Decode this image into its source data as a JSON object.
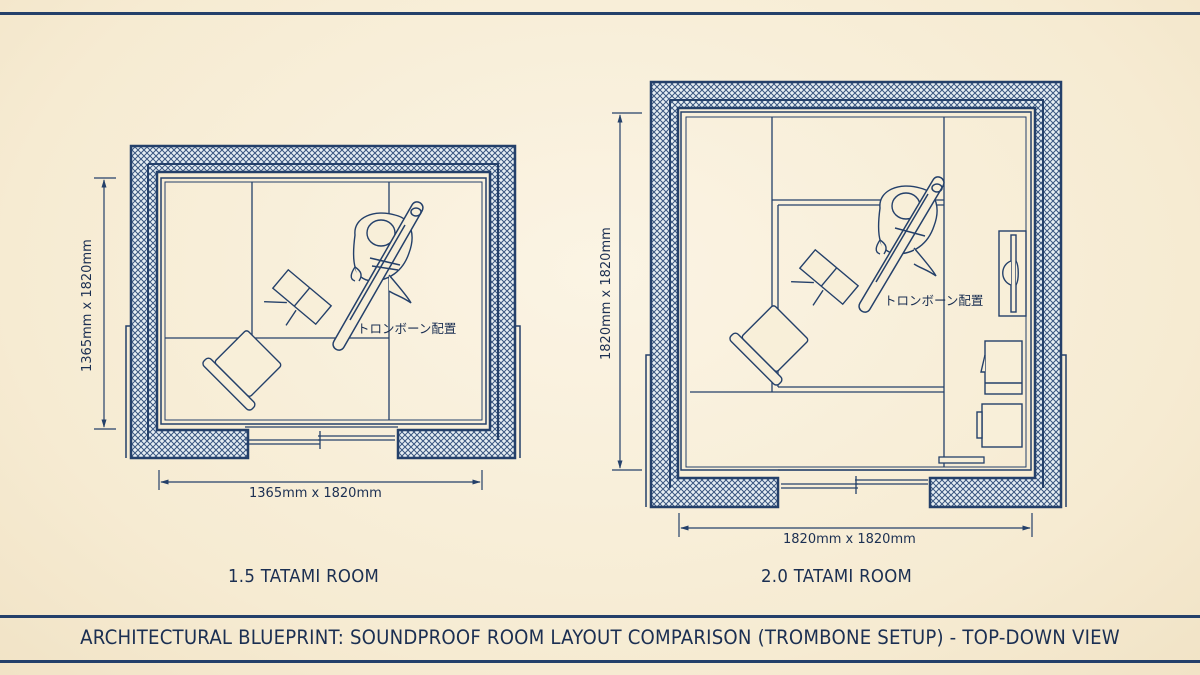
{
  "caption": "ARCHITECTURAL BLUEPRINT: SOUNDPROOF ROOM LAYOUT COMPARISON (TROMBONE SETUP) - TOP-DOWN VIEW",
  "colors": {
    "paper": "#f8efd9",
    "ink": "#24406a",
    "text": "#1b2f52",
    "hatch_fill": "#e6eef3"
  },
  "rooms": [
    {
      "label": "1.5 TATAMI ROOM",
      "width_dimension": "1365mm x 1820mm",
      "height_dimension": "1365mm x 1820mm",
      "annotation": "トロンボーン配置",
      "furniture": [
        "trombone-player",
        "music-stand",
        "chair"
      ],
      "door": "sliding-door"
    },
    {
      "label": "2.0 TATAMI ROOM",
      "width_dimension": "1820mm x 1820mm",
      "height_dimension": "1820mm x 1820mm",
      "annotation": "トロンボーン配置",
      "furniture": [
        "trombone-player",
        "music-stand",
        "chair",
        "wall-mirror",
        "amplifier",
        "storage-box",
        "floor-mat"
      ],
      "door": "sliding-door"
    }
  ]
}
